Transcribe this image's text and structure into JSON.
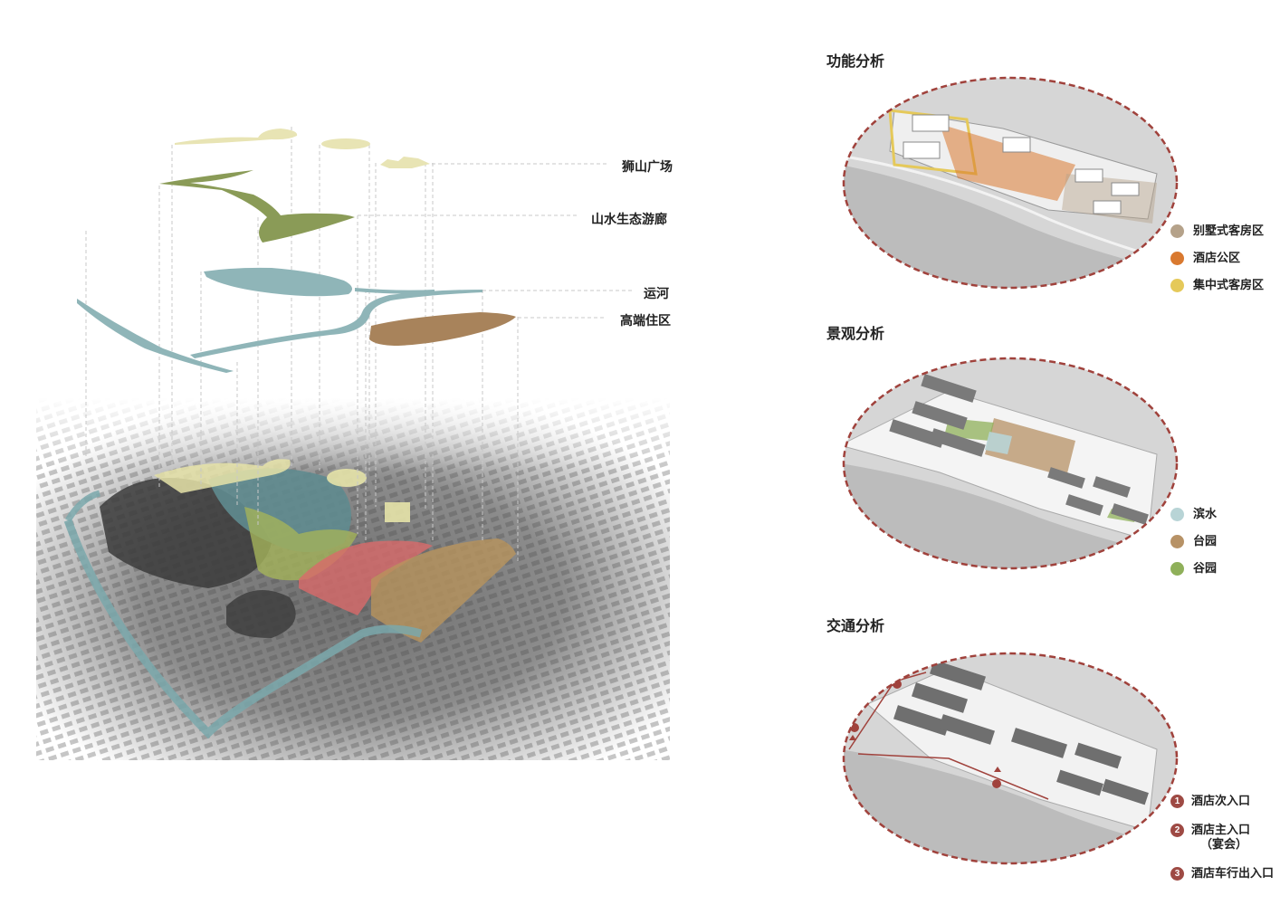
{
  "layers": [
    {
      "label": "狮山广场",
      "color": "#e8e4b4"
    },
    {
      "label": "山水生态游廊",
      "color": "#8a9b57"
    },
    {
      "label": "运河",
      "color": "#8fb5b8"
    },
    {
      "label": "高端住区",
      "color": "#a8835b"
    }
  ],
  "sections": {
    "function": {
      "title": "功能分析",
      "legend": [
        {
          "label": "别墅式客房区",
          "color": "#b5a28a"
        },
        {
          "label": "酒店公区",
          "color": "#d9792f"
        },
        {
          "label": "集中式客房区",
          "color": "#e5c95a"
        }
      ]
    },
    "landscape": {
      "title": "景观分析",
      "legend": [
        {
          "label": "滨水",
          "color": "#b8d4d6"
        },
        {
          "label": "台园",
          "color": "#b79266"
        },
        {
          "label": "谷园",
          "color": "#8fb05a"
        }
      ]
    },
    "traffic": {
      "title": "交通分析",
      "legend": [
        {
          "num": "1",
          "label": "酒店次入口",
          "sub": ""
        },
        {
          "num": "2",
          "label": "酒店主入口",
          "sub": "（宴会）"
        },
        {
          "num": "3",
          "label": "酒店车行出入口",
          "sub": ""
        }
      ],
      "marker_color": "#9e4a44"
    }
  }
}
